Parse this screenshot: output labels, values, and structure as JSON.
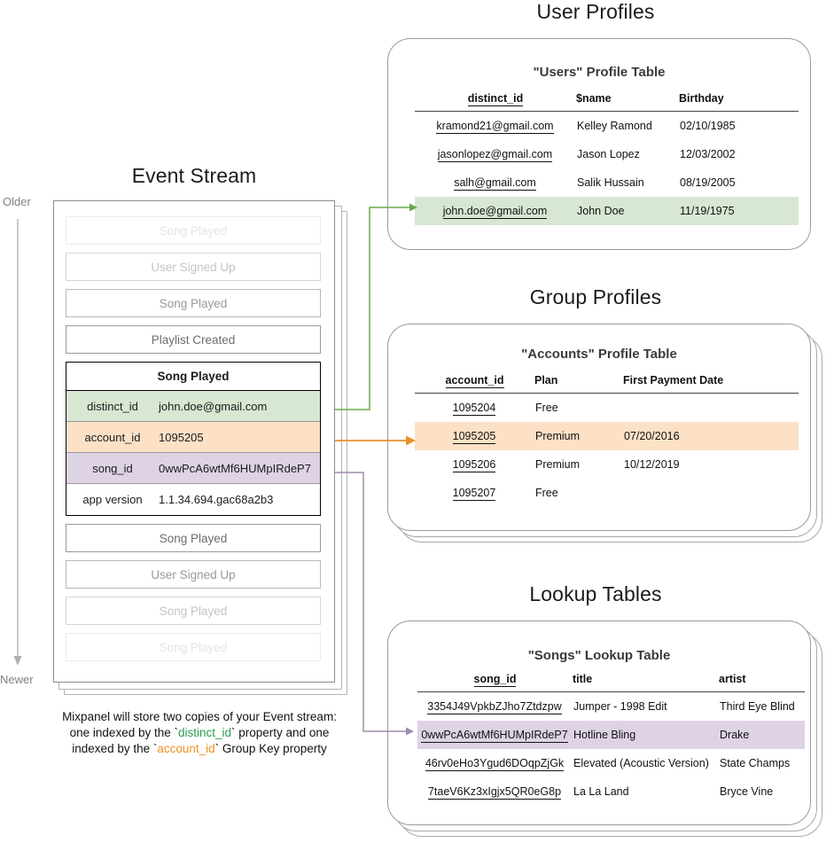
{
  "sections": {
    "event_stream_title": "Event Stream",
    "user_profiles_title": "User Profiles",
    "group_profiles_title": "Group Profiles",
    "lookup_tables_title": "Lookup Tables"
  },
  "axis": {
    "older_label": "Older",
    "newer_label": "Newer"
  },
  "event_stream": {
    "events_above": [
      {
        "label": "Song Played"
      },
      {
        "label": "User Signed Up"
      },
      {
        "label": "Song Played"
      },
      {
        "label": "Playlist Created"
      }
    ],
    "highlighted_event": {
      "title": "Song Played",
      "properties": [
        {
          "key": "distinct_id",
          "value": "john.doe@gmail.com",
          "color": "green"
        },
        {
          "key": "account_id",
          "value": "1095205",
          "color": "orange"
        },
        {
          "key": "song_id",
          "value": "0wwPcA6wtMf6HUMpIRdeP7",
          "color": "purple"
        },
        {
          "key": "app version",
          "value": "1.1.34.694.gac68a2b3",
          "color": "plain"
        }
      ]
    },
    "events_below": [
      {
        "label": "Song Played"
      },
      {
        "label": "User Signed Up"
      },
      {
        "label": "Song Played"
      },
      {
        "label": "Song Played"
      }
    ]
  },
  "caption": {
    "line1": "Mixpanel will store two copies of your Event stream:",
    "line2_pre": "one indexed by the `",
    "line2_code": "distinct_id",
    "line2_post": "` property and one",
    "line3_pre": "indexed by the `",
    "line3_code": "account_id",
    "line3_post": "` Group Key property"
  },
  "users_table": {
    "title": "\"Users\" Profile Table",
    "headers": [
      "distinct_id",
      "$name",
      "Birthday"
    ],
    "rows": [
      {
        "cells": [
          "kramond21@gmail.com",
          "Kelley Ramond",
          "02/10/1985"
        ],
        "highlight": "none"
      },
      {
        "cells": [
          "jasonlopez@gmail.com",
          "Jason Lopez",
          "12/03/2002"
        ],
        "highlight": "none"
      },
      {
        "cells": [
          "salh@gmail.com",
          "Salik Hussain",
          "08/19/2005"
        ],
        "highlight": "none"
      },
      {
        "cells": [
          "john.doe@gmail.com",
          "John Doe",
          "11/19/1975"
        ],
        "highlight": "green"
      }
    ]
  },
  "accounts_table": {
    "title": "\"Accounts\" Profile Table",
    "headers": [
      "account_id",
      "Plan",
      "First Payment Date"
    ],
    "rows": [
      {
        "cells": [
          "1095204",
          "Free",
          ""
        ],
        "highlight": "none"
      },
      {
        "cells": [
          "1095205",
          "Premium",
          "07/20/2016"
        ],
        "highlight": "orange"
      },
      {
        "cells": [
          "1095206",
          "Premium",
          "10/12/2019"
        ],
        "highlight": "none"
      },
      {
        "cells": [
          "1095207",
          "Free",
          ""
        ],
        "highlight": "none"
      }
    ]
  },
  "songs_table": {
    "title": "\"Songs\" Lookup Table",
    "headers": [
      "song_id",
      "title",
      "artist"
    ],
    "rows": [
      {
        "cells": [
          "3354J49VpkbZJho7Ztdzpw",
          "Jumper - 1998 Edit",
          "Third Eye Blind"
        ],
        "highlight": "none"
      },
      {
        "cells": [
          "0wwPcA6wtMf6HUMpIRdeP7",
          "Hotline Bling",
          "Drake"
        ],
        "highlight": "purple"
      },
      {
        "cells": [
          "46rv0eHo3Ygud6DOqpZjGk",
          "Elevated (Acoustic Version)",
          "State Champs"
        ],
        "highlight": "none"
      },
      {
        "cells": [
          "7taeV6Kz3xIgjx5QR0eG8p",
          "La La Land",
          "Bryce Vine"
        ],
        "highlight": "none"
      }
    ]
  },
  "colors": {
    "green_highlight": "#d7e7d2",
    "orange_highlight": "#fce1c6",
    "purple_highlight": "#ded2e5",
    "green_connector": "#6aa84f",
    "orange_connector": "#e8912a",
    "purple_connector": "#a08cab",
    "card_border": "#9a9a9a",
    "axis_gray": "#a8a8a8"
  }
}
